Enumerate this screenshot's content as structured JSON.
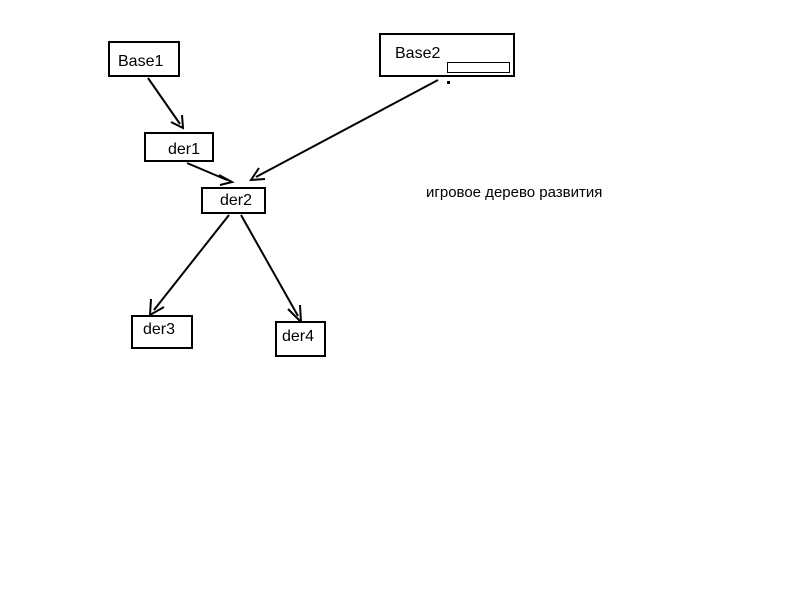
{
  "diagram": {
    "caption": "игровое дерево развития",
    "nodes": {
      "base1": "Base1",
      "base2": "Base2",
      "der1": "der1",
      "der2": "der2",
      "der3": "der3",
      "der4": "der4"
    },
    "edges": [
      {
        "from": "base1",
        "to": "der1"
      },
      {
        "from": "der1",
        "to": "der2"
      },
      {
        "from": "base2",
        "to": "der2"
      },
      {
        "from": "der2",
        "to": "der3"
      },
      {
        "from": "der2",
        "to": "der4"
      }
    ],
    "stroke_color": "#000000"
  }
}
